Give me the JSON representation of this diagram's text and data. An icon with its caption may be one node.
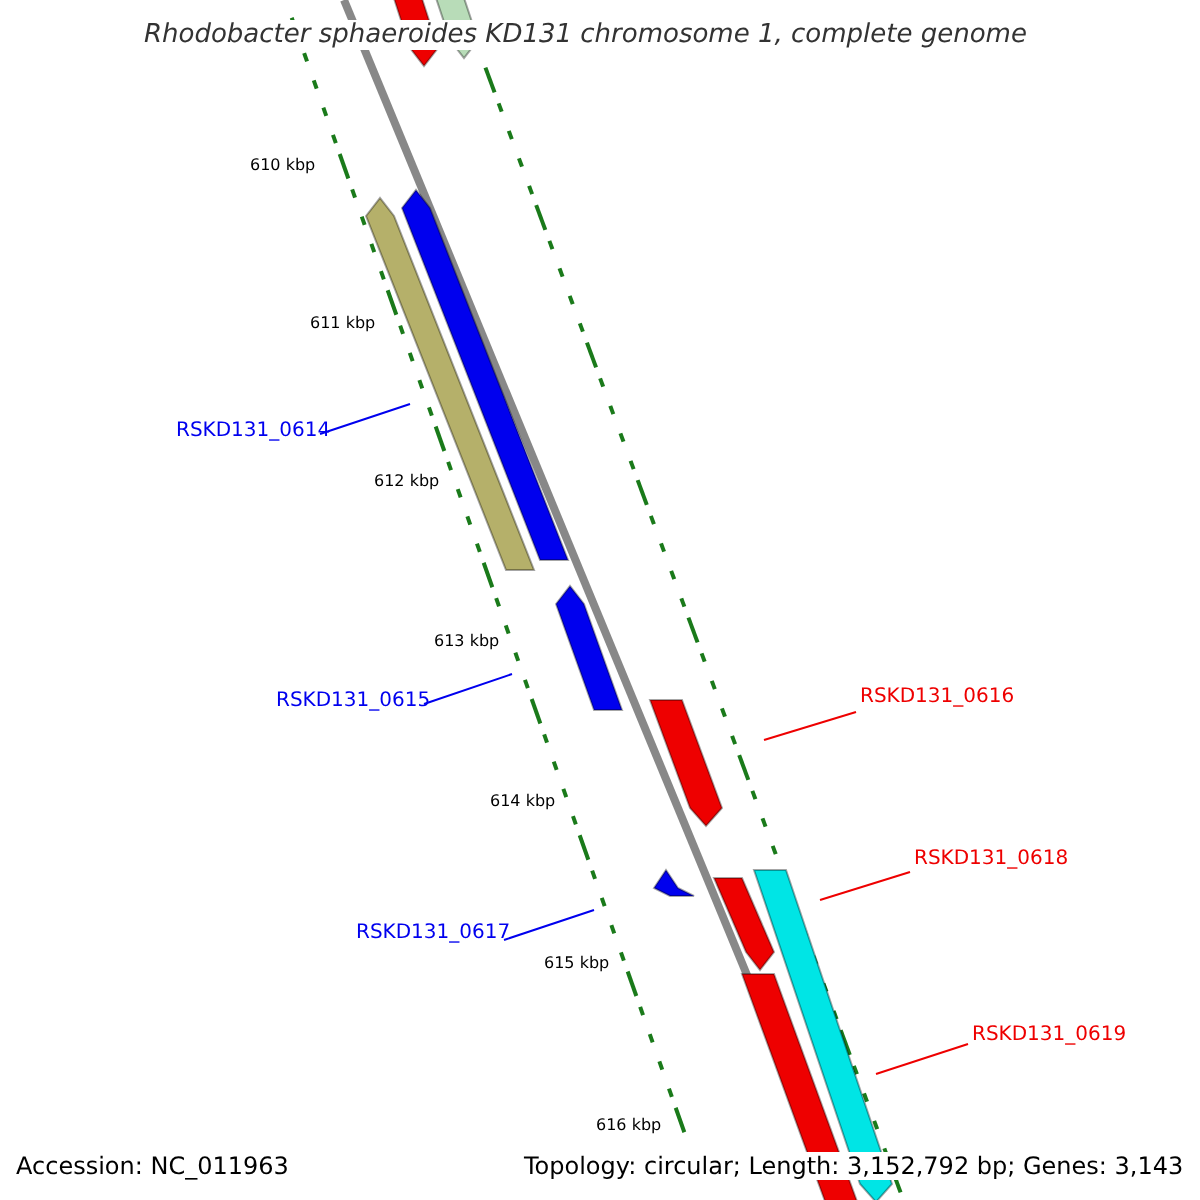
{
  "diagram": {
    "title": "Rhodobacter sphaeroides KD131 chromosome 1, complete genome",
    "nodes": [
      {
        "text": [
          "RSKD131_0614"
        ]
      },
      {
        "text": [],
        "shape": "bar"
      },
      {
        "text": [
          "RSKD131_0615"
        ]
      },
      {
        "text": [],
        "shape": "bar"
      },
      {
        "text": [
          "RSKD131_0616"
        ]
      },
      {
        "text": [],
        "shape": "bar"
      },
      {
        "text": [
          "RSKD131_0617"
        ]
      },
      {
        "text": [],
        "shape": "bar"
      },
      {
        "text": [
          "RSKD131_0618"
        ]
      },
      {
        "text": [],
        "shape": "bar"
      },
      {
        "text": [
          "RSKD131_0619"
        ]
      },
      {
        "text": [],
        "shape": "bar"
      }
    ],
    "edges": [
      {
        "from": 0,
        "to": 1,
        "arrow": "none",
        "color": "#0000ee"
      },
      {
        "from": 2,
        "to": 3,
        "arrow": "none",
        "color": "#0000ee"
      },
      {
        "from": 4,
        "to": 5,
        "arrow": "none",
        "color": "#ee0000"
      },
      {
        "from": 6,
        "to": 7,
        "arrow": "none",
        "color": "#0000ee"
      },
      {
        "from": 8,
        "to": 9,
        "arrow": "none",
        "color": "#ee0000"
      },
      {
        "from": 10,
        "to": 11,
        "arrow": "none",
        "color": "#ee0000"
      }
    ],
    "labels": [
      "610 kbp",
      "611 kbp",
      "612 kbp",
      "613 kbp",
      "614 kbp",
      "615 kbp",
      "616 kbp",
      "Accession: NC_011963",
      "Topology: circular; Length: 3,152,792 bp; Genes: 3,143"
    ]
  }
}
